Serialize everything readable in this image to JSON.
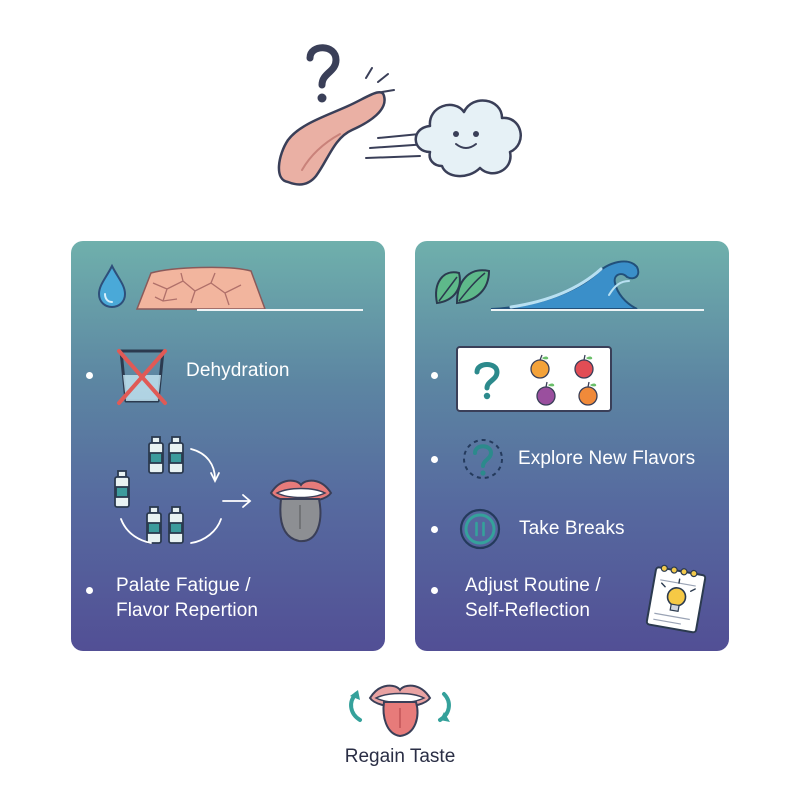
{
  "left_panel": {
    "items": [
      {
        "label_lines": [
          "Dehydration"
        ]
      },
      {
        "label_lines": [
          "Palate Fatigue /",
          "Flavor Repertion"
        ]
      }
    ]
  },
  "right_panel": {
    "items": [
      {
        "label_lines": [
          "Explore New Flavors"
        ]
      },
      {
        "label_lines": [
          "Take Breaks"
        ]
      },
      {
        "label_lines": [
          "Adjust Routine /",
          "Self-Reflection"
        ]
      }
    ]
  },
  "caption": "Regain Taste",
  "colors": {
    "panel_top": "#6fb0ac",
    "panel_bottom": "#524f95",
    "teal_accent": "#2c8a8c",
    "tongue_pink": "#e8a79f",
    "stroke_dark": "#3a3f58"
  },
  "icons": [
    "question-mark-icon",
    "tongue-icon",
    "cloud-face-icon",
    "water-drop-icon",
    "cracked-earth-icon",
    "crossed-glass-icon",
    "bottles-cycle-icon",
    "mouth-tongue-icon",
    "leaf-icon",
    "wave-icon",
    "question-mark-icon",
    "fruit-icons",
    "dashed-question-icon",
    "pause-icon",
    "notepad-lightbulb-icon",
    "cycle-arrows-icon"
  ]
}
